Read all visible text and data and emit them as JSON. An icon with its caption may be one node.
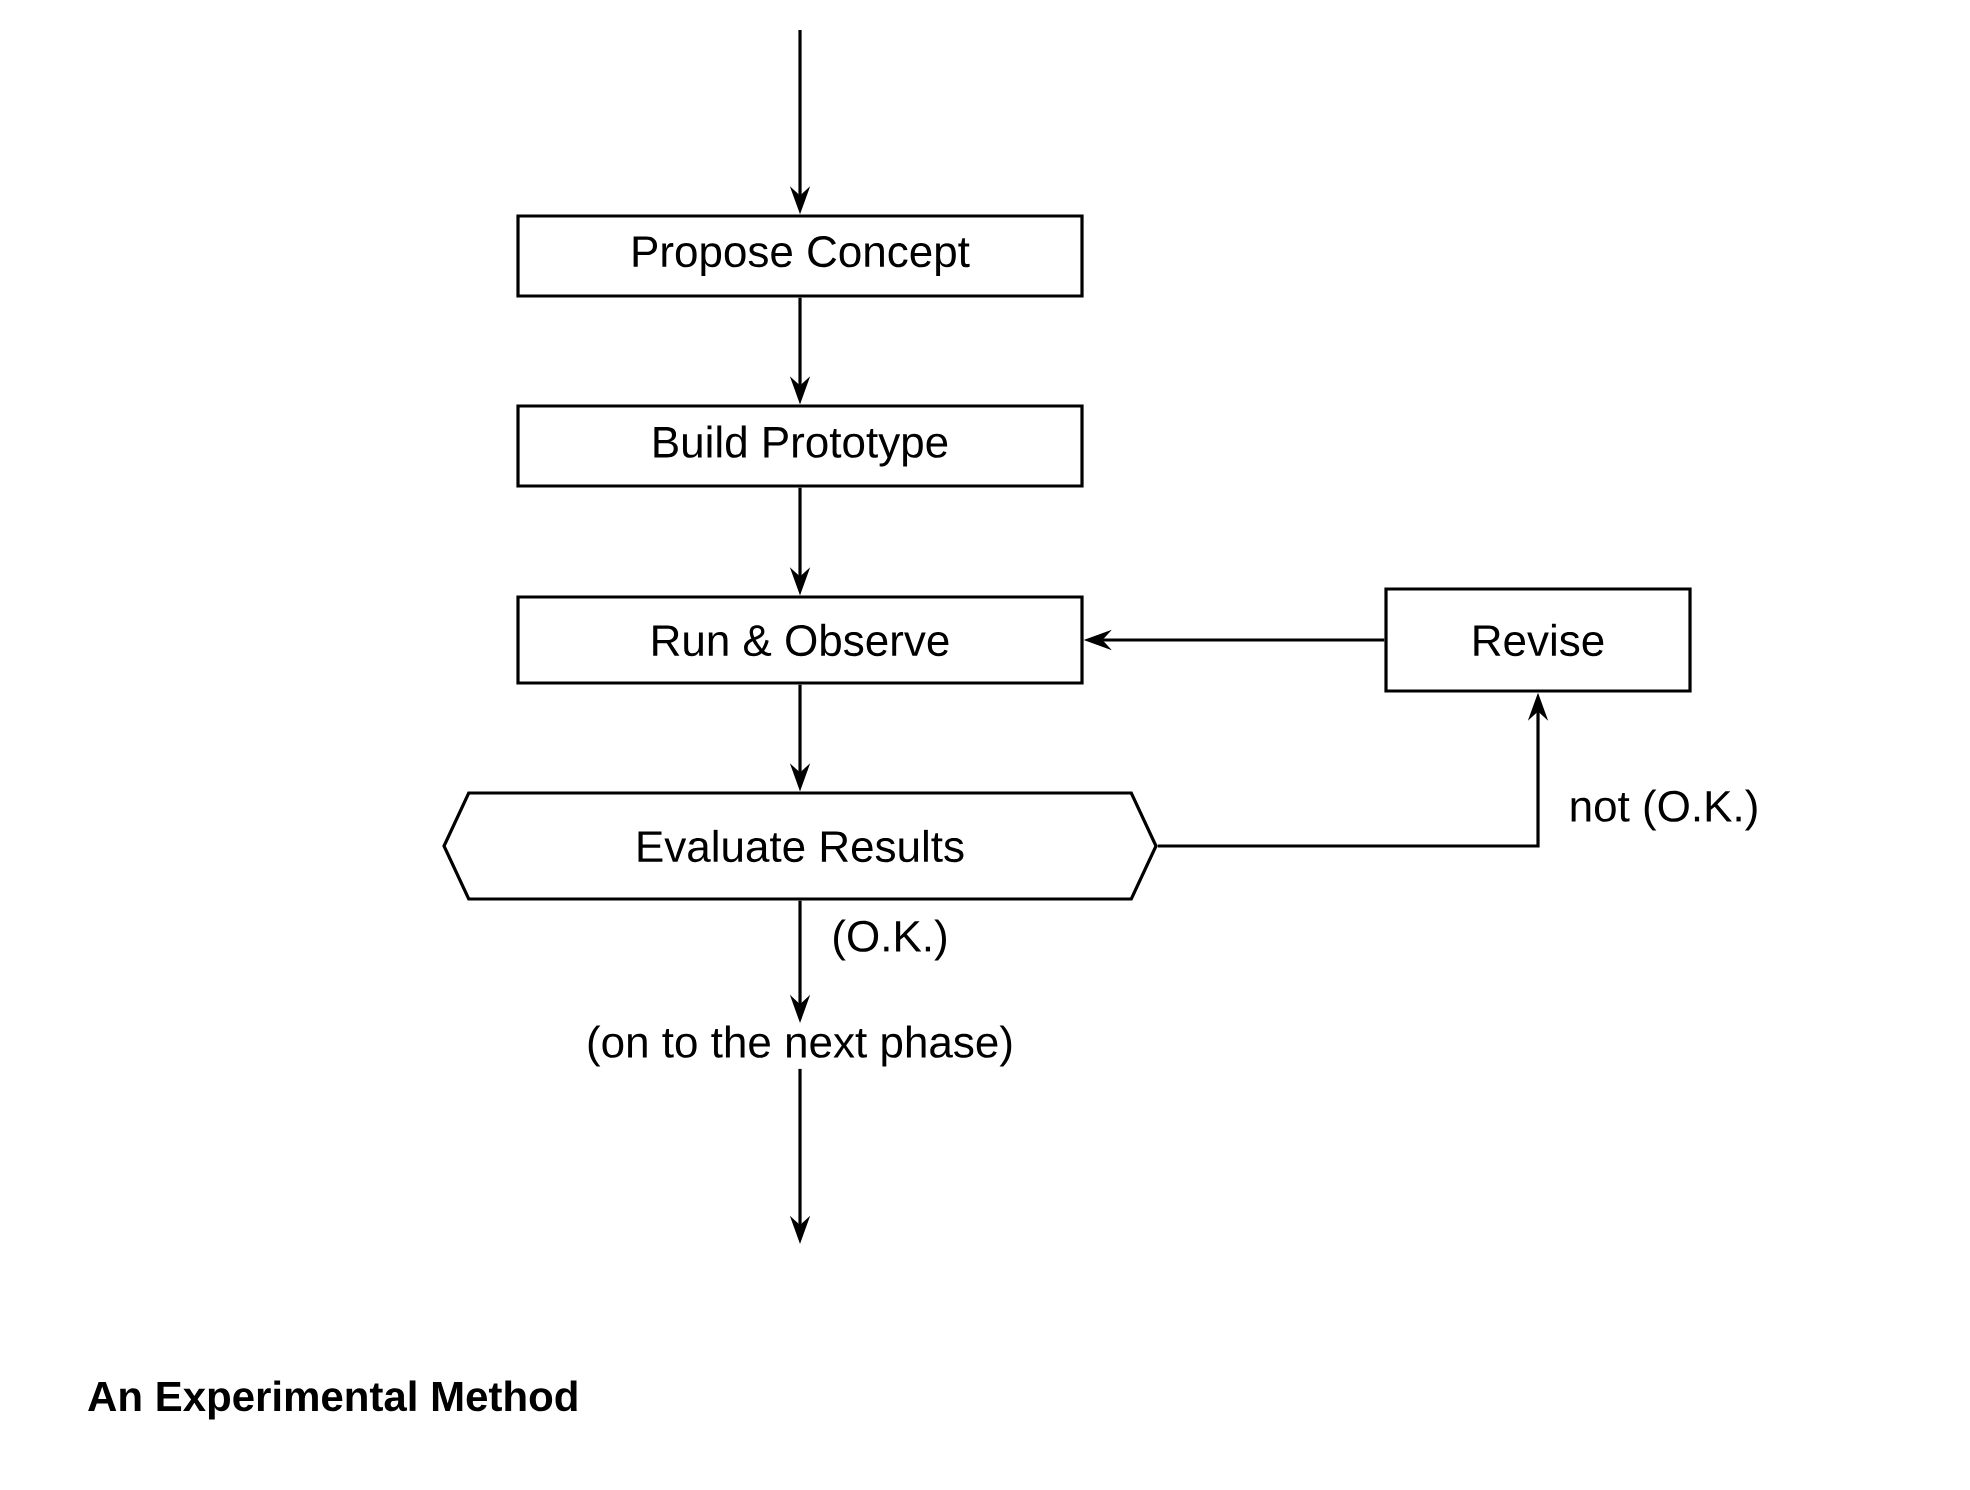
{
  "diagram": {
    "caption": "An Experimental Method",
    "nodes": [
      {
        "text": [
          "Propose Concept"
        ]
      },
      {
        "text": [
          "Build Prototype"
        ]
      },
      {
        "text": [
          "Run & Observe"
        ]
      },
      {
        "text": [
          "Evaluate Results"
        ]
      },
      {
        "text": [
          "Revise"
        ]
      },
      {
        "text": [
          "(on to the next phase)"
        ]
      }
    ],
    "edges": [
      {
        "from": null,
        "to": 0,
        "arrow": "to"
      },
      {
        "from": 0,
        "to": 1,
        "arrow": "to"
      },
      {
        "from": 1,
        "to": 2,
        "arrow": "to"
      },
      {
        "from": 2,
        "to": 3,
        "arrow": "to"
      },
      {
        "from": 3,
        "to": 4,
        "arrow": "to",
        "label": "not (O.K.)"
      },
      {
        "from": 4,
        "to": 2,
        "arrow": "to"
      },
      {
        "from": 3,
        "to": 5,
        "arrow": "to",
        "label": "(O.K.)"
      },
      {
        "from": 5,
        "to": null,
        "arrow": "to"
      }
    ]
  }
}
